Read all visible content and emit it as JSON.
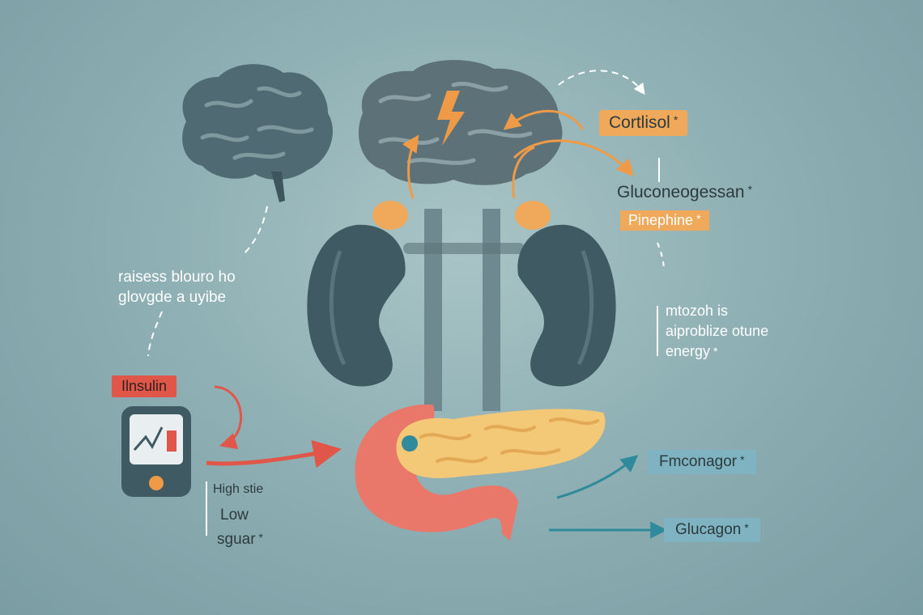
{
  "labels": {
    "cortisol": "Cortlisol",
    "gluconeo": "Gluconeogessan",
    "pinephine": "Pinephine",
    "raises_line1": "raisess blouro ho",
    "raises_line2": "glovgde a uyibe",
    "insulin": "Ilnsulin",
    "metab_line1": "mtozoh is",
    "metab_line2": "aiproblize otune",
    "metab_line3": "energy",
    "fmcon": "Fmconagor",
    "glucagon": "Glucagon",
    "high": "High",
    "high_suffix": "stie",
    "low": "Low",
    "sugar": "sguar"
  },
  "marks": {
    "asterisk": "*"
  },
  "colors": {
    "background": "#8fb0b4",
    "orange_tag": "#f0a95a",
    "red_tag": "#e0574a",
    "teal_tag": "#7fb3c2",
    "organ_dark": "#3f5a62",
    "brain": "#5d7278",
    "pancreas": "#f3c877",
    "stomach": "#e9786b",
    "arrow_orange": "#ef9a47",
    "arrow_red": "#e0574a",
    "arrow_teal": "#2f8a9c"
  },
  "icons": [
    "brain-icon",
    "brain-lightning-icon",
    "kidney-icon",
    "adrenal-gland-icon",
    "pancreas-icon",
    "stomach-icon",
    "glucose-meter-icon"
  ]
}
